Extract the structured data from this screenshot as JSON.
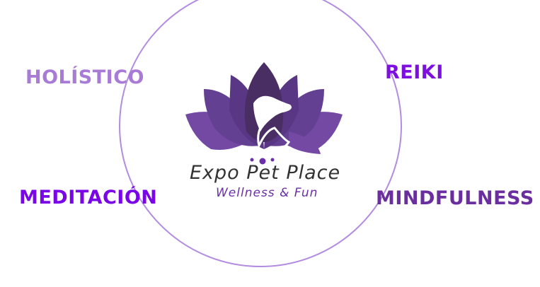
{
  "keywords": {
    "holistico": "HOLÍSTICO",
    "reiki": "REIKI",
    "meditacion": "MEDITACIÓN",
    "mindfulness": "MINDFULNESS"
  },
  "logo": {
    "title": "Expo Pet Place",
    "subtitle": "Wellness & Fun"
  },
  "colors": {
    "ring": "#b28ce0",
    "petal": "#5b2a95",
    "petal_dark": "#2a0a4a",
    "holistico": "#a77bd6",
    "reiki": "#7d10e0",
    "meditacion": "#7a06e8",
    "mindfulness": "#6a2e9e"
  }
}
